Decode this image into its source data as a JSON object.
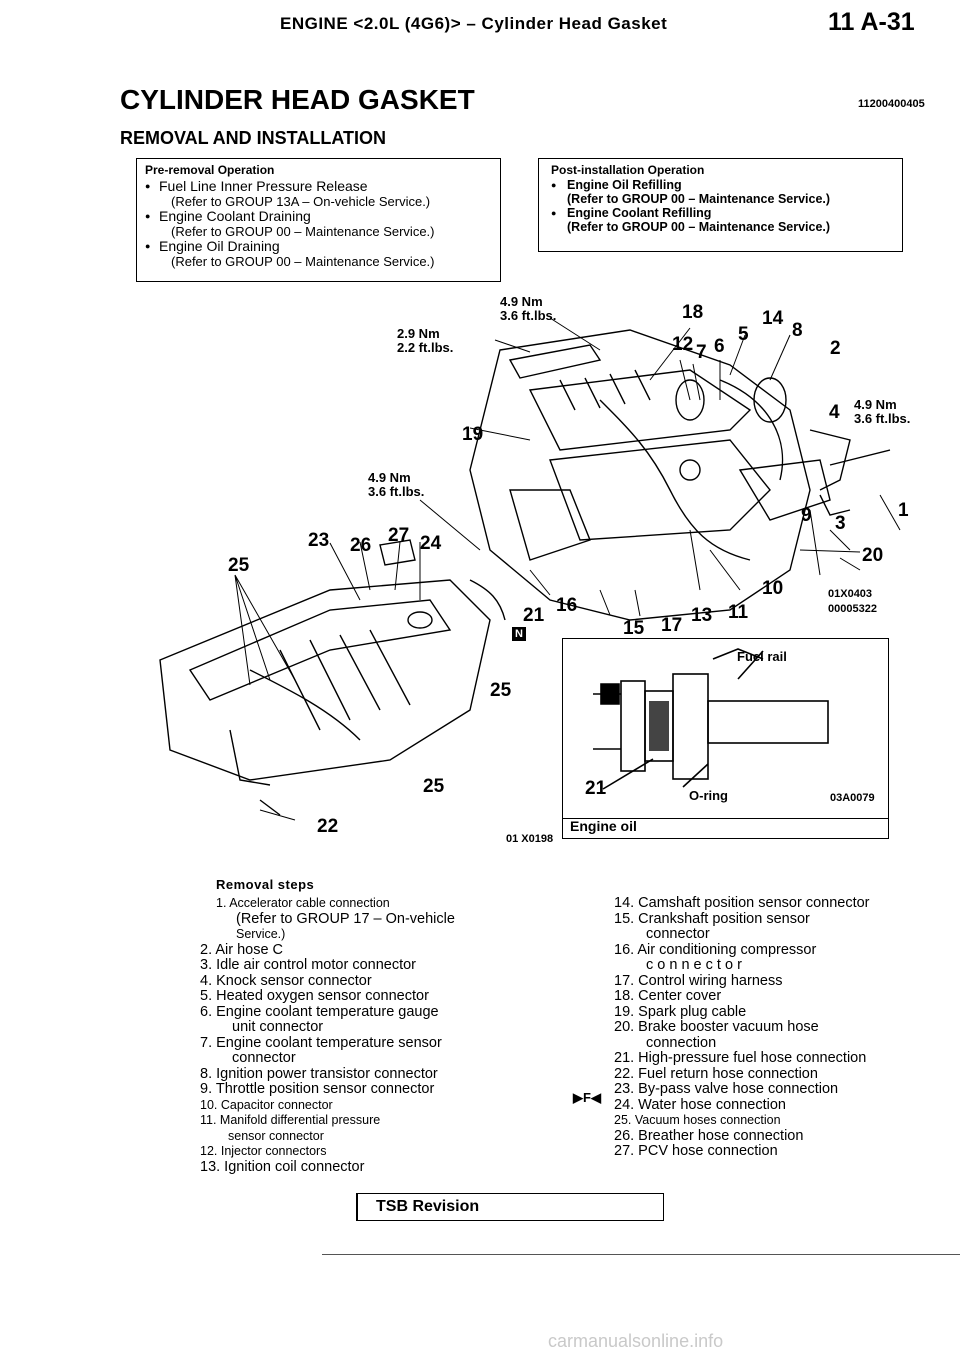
{
  "header": {
    "title": "ENGINE <2.0L (4G6)> – Cylinder Head Gasket",
    "page_number": "11 A-31"
  },
  "main_title": "CYLINDER HEAD GASKET",
  "doc_code": "11200400405",
  "subtitle": "REMOVAL AND INSTALLATION",
  "pre_removal": {
    "heading": "Pre-removal Operation",
    "items": [
      {
        "label": "Fuel Line Inner Pressure Release",
        "ref": "(Refer to GROUP 13A – On-vehicle Service.)"
      },
      {
        "label": "Engine Coolant Draining",
        "ref": "(Refer to GROUP 00 – Maintenance Service.)"
      },
      {
        "label": "Engine Oil Draining",
        "ref": "(Refer to GROUP 00 – Maintenance Service.)"
      }
    ]
  },
  "post_installation": {
    "heading": "Post-installation Operation",
    "items": [
      {
        "label": "Engine Oil Refilling",
        "ref": "(Refer to GROUP 00 – Maintenance Service.)"
      },
      {
        "label": "Engine Coolant Refilling",
        "ref": "(Refer to GROUP 00 – Maintenance Service.)"
      }
    ]
  },
  "figure": {
    "torques": {
      "t1": [
        "4.9 Nm",
        "3.6 ft.lbs."
      ],
      "t2": [
        "2.9 Nm",
        "2.2 ft.lbs."
      ],
      "t3": [
        "4.9 Nm",
        "3.6 ft.lbs."
      ],
      "t4": [
        "4.9 Nm",
        "3.6 ft.lbs."
      ]
    },
    "callouts": {
      "c18": "18",
      "c14": "14",
      "c8": "8",
      "c5": "5",
      "c12": "12",
      "c7": "7",
      "c6": "6",
      "c2": "2",
      "c19": "19",
      "c4": "4",
      "c9": "9",
      "c3": "3",
      "c1": "1",
      "c20": "20",
      "c10": "10",
      "c23": "23",
      "c26": "26",
      "c27": "27",
      "c24": "24",
      "c25a": "25",
      "c21a": "21",
      "c16": "16",
      "c15": "15",
      "c17": "17",
      "c13": "13",
      "c11": "11",
      "c25b": "25",
      "c25c": "25",
      "c22": "22",
      "c21b": "21"
    },
    "marker_n": "N",
    "code_right": "01X0403",
    "code_right2": "00005322",
    "code_left": "01 X0198",
    "detail": {
      "fuel_rail": "Fuel rail",
      "o_ring": "O-ring",
      "code": "03A0079",
      "caption": "Engine oil"
    }
  },
  "removal_steps": {
    "title": "Removal steps",
    "left": [
      "1. Accelerator cable connection",
      "(Refer to GROUP 17 – On-vehicle",
      "Service.)",
      "2. Air hose C",
      "3. Idle air control motor connector",
      "4. Knock sensor connector",
      "5. Heated oxygen sensor connector",
      "6. Engine coolant temperature gauge",
      "unit connector",
      "7. Engine coolant temperature sensor",
      "connector",
      "8. Ignition power transistor connector",
      "9. Throttle position sensor connector",
      "10. Capacitor connector",
      "11. Manifold differential pressure",
      "sensor connector",
      "12. Injector connectors",
      "13. Ignition coil connector"
    ],
    "right": [
      "14. Camshaft position sensor connector",
      "15. Crankshaft position sensor",
      "connector",
      "16. Air conditioning compressor",
      "c o n n e c t o r",
      "17. Control wiring harness",
      "18. Center cover",
      "19. Spark plug cable",
      "20. Brake booster vacuum hose",
      "connection",
      "21. High-pressure fuel hose connection",
      "22. Fuel return hose connection",
      "23. By-pass valve hose connection",
      "24. Water hose connection",
      "25. Vacuum hoses connection",
      "26. Breather hose connection",
      "27. PCV hose connection"
    ],
    "marker": "▶F◀"
  },
  "tsb_label": "TSB Revision",
  "watermark": "carmanualsonline.info"
}
